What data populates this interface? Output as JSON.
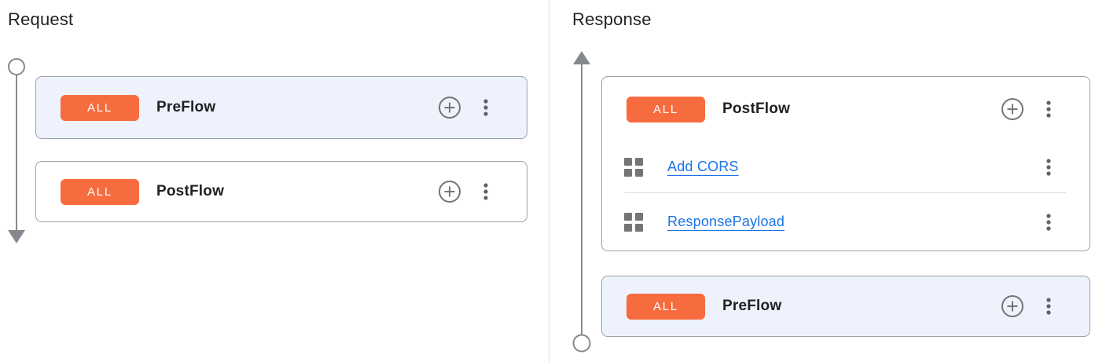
{
  "colors": {
    "badge_orange": "#F76C3F",
    "selected_bg": "#EEF2FC",
    "card_border": "#9AA0A6",
    "link_blue": "#1A73E8",
    "icon_gray": "#757575",
    "kebab_gray": "#5F6368",
    "timeline_gray": "#85898D",
    "divider_gray": "#DADCE0",
    "text_dark": "#202124"
  },
  "request": {
    "title": "Request",
    "flow_direction": "down",
    "cards": [
      {
        "badge": "ALL",
        "name": "PreFlow",
        "selected": true,
        "policies": []
      },
      {
        "badge": "ALL",
        "name": "PostFlow",
        "selected": false,
        "policies": []
      }
    ]
  },
  "response": {
    "title": "Response",
    "flow_direction": "up",
    "cards": [
      {
        "badge": "ALL",
        "name": "PostFlow",
        "selected": false,
        "policies": [
          {
            "label": "Add CORS"
          },
          {
            "label": "ResponsePayload"
          }
        ]
      },
      {
        "badge": "ALL",
        "name": "PreFlow",
        "selected": true,
        "policies": []
      }
    ]
  },
  "icons": {
    "add_policy": "add-circle-icon",
    "more_options": "kebab-menu-icon",
    "policy": "grid-squares-icon",
    "request_flow": "arrow-down-timeline",
    "response_flow": "arrow-up-timeline"
  }
}
